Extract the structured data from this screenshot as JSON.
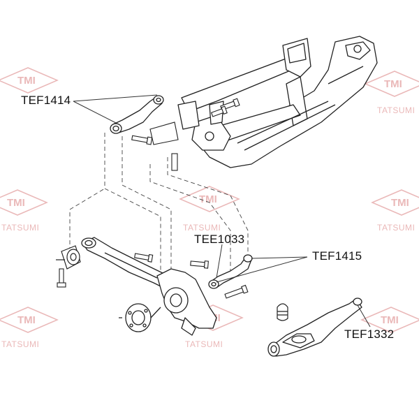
{
  "watermark": {
    "logo": "TMI",
    "brand": "TATSUMI",
    "color": "#e8b0b0"
  },
  "callouts": {
    "tef1414": "TEF1414",
    "tee1033": "TEE1033",
    "tef1415": "TEF1415",
    "tef1332": "TEF1332"
  },
  "colors": {
    "line": "#222222",
    "leader": "#333333",
    "part_fill": "#ffffff"
  }
}
